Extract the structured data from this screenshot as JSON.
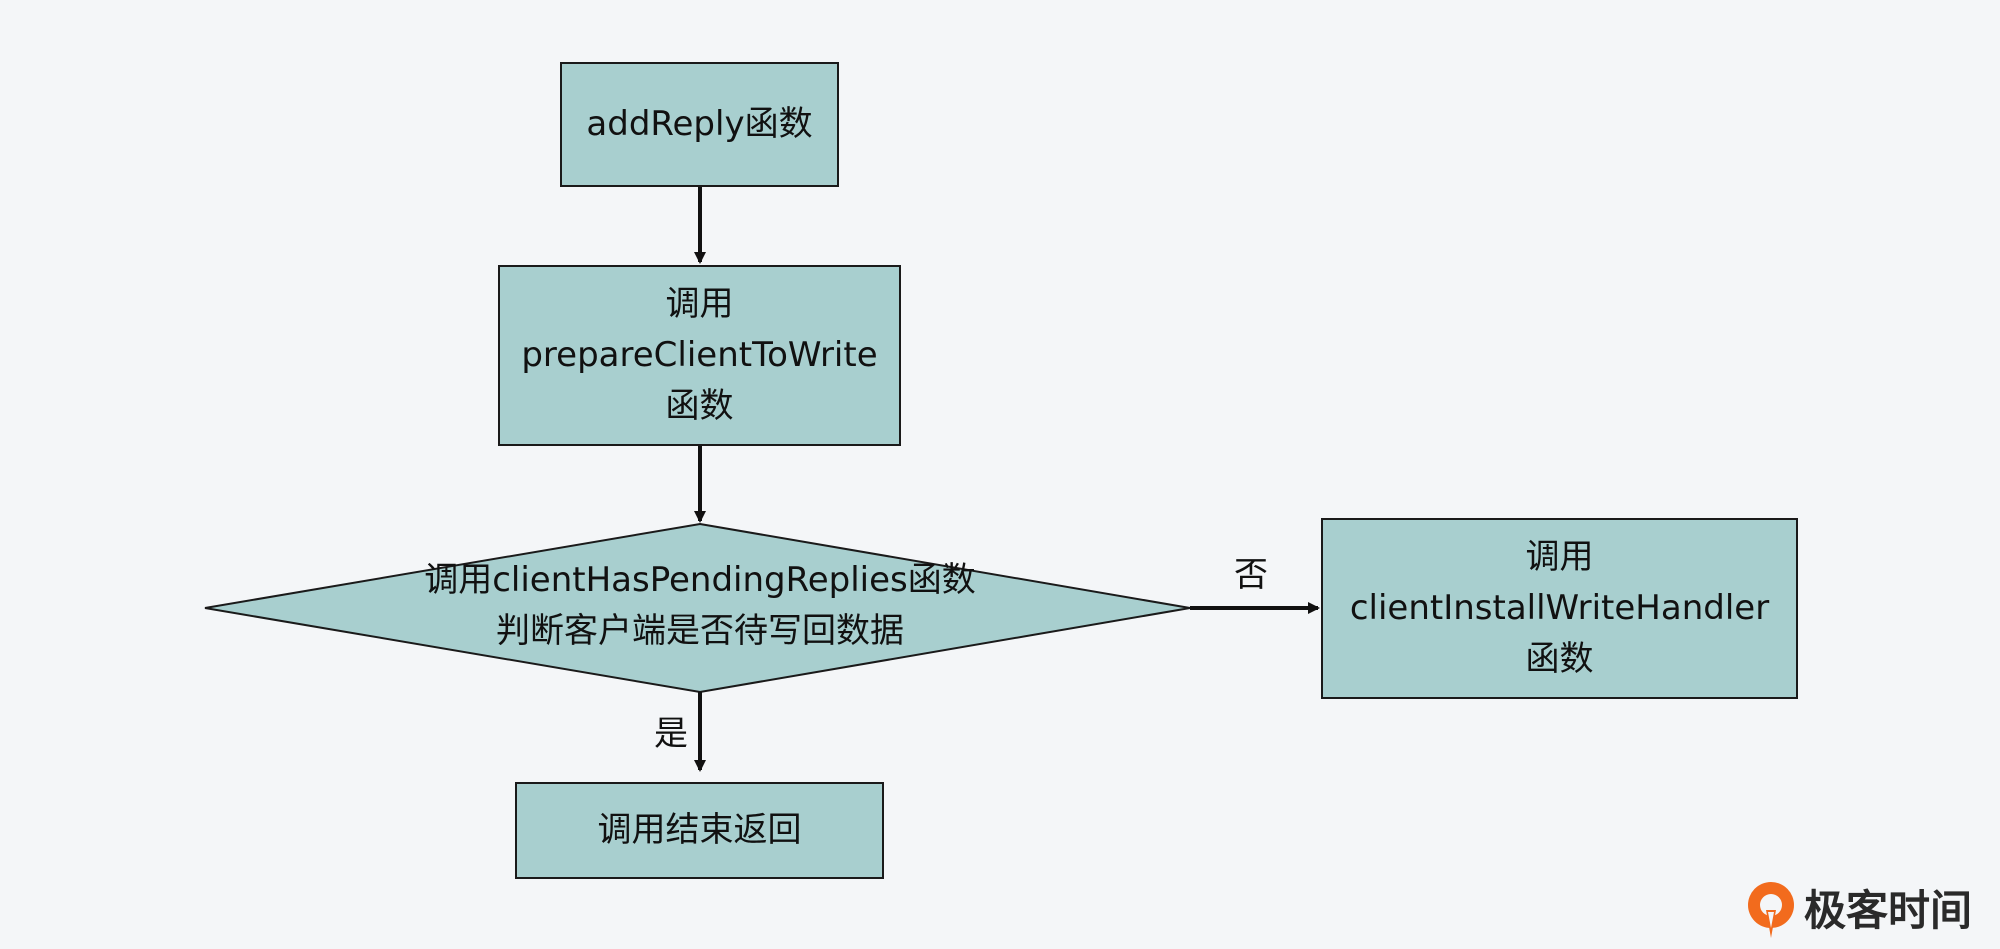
{
  "diagram": {
    "nodes": {
      "add_reply": [
        "addReply函数"
      ],
      "prepare_client": [
        "调用",
        "prepareClientToWrite",
        "函数"
      ],
      "has_pending": [
        "调用clientHasPendingReplies函数",
        "判断客户端是否待写回数据"
      ],
      "install_handler": [
        "调用",
        "clientInstallWriteHandler",
        "函数"
      ],
      "end_return": [
        "调用结束返回"
      ]
    },
    "edge_labels": {
      "no": "否",
      "yes": "是"
    }
  },
  "brand": {
    "text": "极客时间",
    "logo_icon": "geektime-logo-icon"
  },
  "colors": {
    "node_fill": "#a8cfcf",
    "stroke": "#1a1a1a",
    "background": "#f4f6f8",
    "logo_orange": "#f26b1d"
  }
}
